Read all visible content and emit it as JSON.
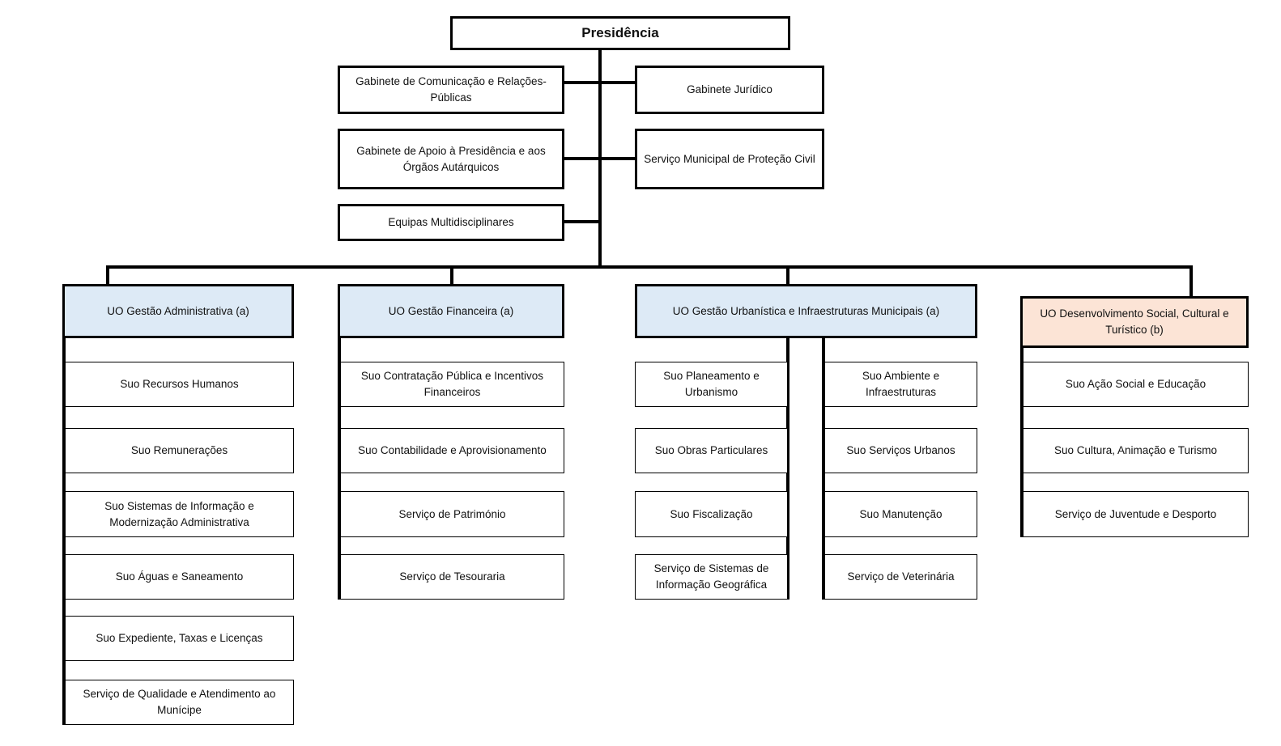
{
  "presidencia": "Presidência",
  "staff": {
    "comunicacao": "Gabinete de Comunicação e Relações-Públicas",
    "juridico": "Gabinete Jurídico",
    "apoio": "Gabinete de Apoio à Presidência e aos Órgãos Autárquicos",
    "protecao_civil": "Serviço Municipal de Proteção Civil",
    "equipas": "Equipas Multidisciplinares"
  },
  "units": {
    "administrativa": {
      "title": "UO Gestão Administrativa (a)",
      "items": [
        "Suo Recursos Humanos",
        "Suo Remunerações",
        "Suo Sistemas de Informação e Modernização Administrativa",
        "Suo Águas e Saneamento",
        "Suo Expediente, Taxas e Licenças",
        "Serviço de Qualidade e Atendimento ao Munícipe"
      ]
    },
    "financeira": {
      "title": "UO Gestão Financeira (a)",
      "items": [
        "Suo Contratação Pública e Incentivos Financeiros",
        "Suo Contabilidade e Aprovisionamento",
        "Serviço de Património",
        "Serviço de Tesouraria"
      ]
    },
    "urbanistica": {
      "title": "UO Gestão Urbanística e Infraestruturas Municipais (a)",
      "items_left": [
        "Suo Planeamento e Urbanismo",
        "Suo Obras Particulares",
        "Suo Fiscalização",
        "Serviço de Sistemas de Informação Geográfica"
      ],
      "items_right": [
        "Suo Ambiente e Infraestruturas",
        "Suo Serviços Urbanos",
        "Suo Manutenção",
        "Serviço de Veterinária"
      ]
    },
    "social": {
      "title": "UO Desenvolvimento Social, Cultural e Turístico (b)",
      "items": [
        "Suo Ação Social e Educação",
        "Suo Cultura, Animação e Turismo",
        "Serviço de Juventude e Desporto"
      ]
    }
  },
  "colors": {
    "unit_blue": "#ddeaf6",
    "unit_peach": "#fce4d6",
    "line": "#000000"
  }
}
